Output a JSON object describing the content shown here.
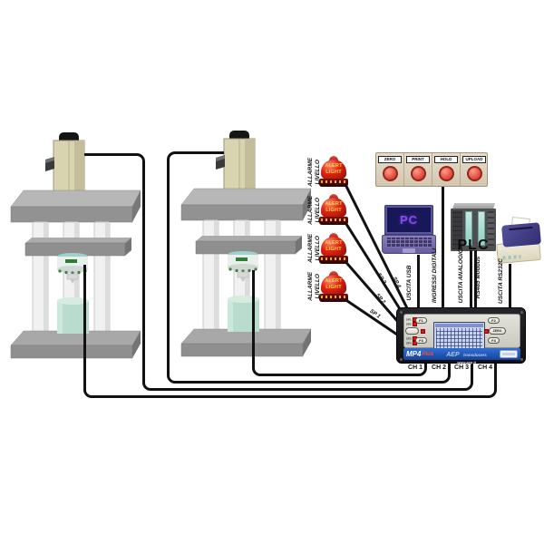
{
  "alarm_lights": {
    "label": [
      "ALLARME",
      "LIVELLO"
    ],
    "beacon_text": [
      "ALERT",
      "LIGHT"
    ],
    "connections": [
      {
        "label": "SP 4"
      },
      {
        "label": "SP 3"
      },
      {
        "label": "SP 2"
      },
      {
        "label": "SP 1"
      }
    ]
  },
  "remote_buttons": {
    "labels": [
      "ZERO",
      "PRINT",
      "HOLD",
      "UPLOAD"
    ]
  },
  "pc": {
    "screen_text": "PC"
  },
  "plc": {
    "front_text": "PLC"
  },
  "connections": {
    "usb": "USCITA USB",
    "digital_inputs": "INGRESSI DIGITALI",
    "analog_output": "USCITA ANALOGICA",
    "rs485": "RS485 Modbus",
    "rs232": "USCITA RS232C"
  },
  "device": {
    "model": "MP4",
    "model_suffix": "Plus",
    "brand": "AEP",
    "brand_suffix": "transducers",
    "website": "www.aep.it",
    "keys": {
      "f1": "F1",
      "f2": "F2",
      "f3": "F3",
      "f4": "F4",
      "zero": "ZERO"
    },
    "leds": [
      "SP1",
      "SP2",
      "SP3",
      "SP4"
    ],
    "channels": [
      "CH 1",
      "CH 2",
      "CH 3",
      "CH 4"
    ]
  },
  "colors": {
    "wire": "#111111",
    "beacon_red": "#d81f14",
    "panel_beige": "#dcd2bf",
    "device_blue_bar": "#1f55b8",
    "lcd_blue": "#c9d4ef"
  }
}
